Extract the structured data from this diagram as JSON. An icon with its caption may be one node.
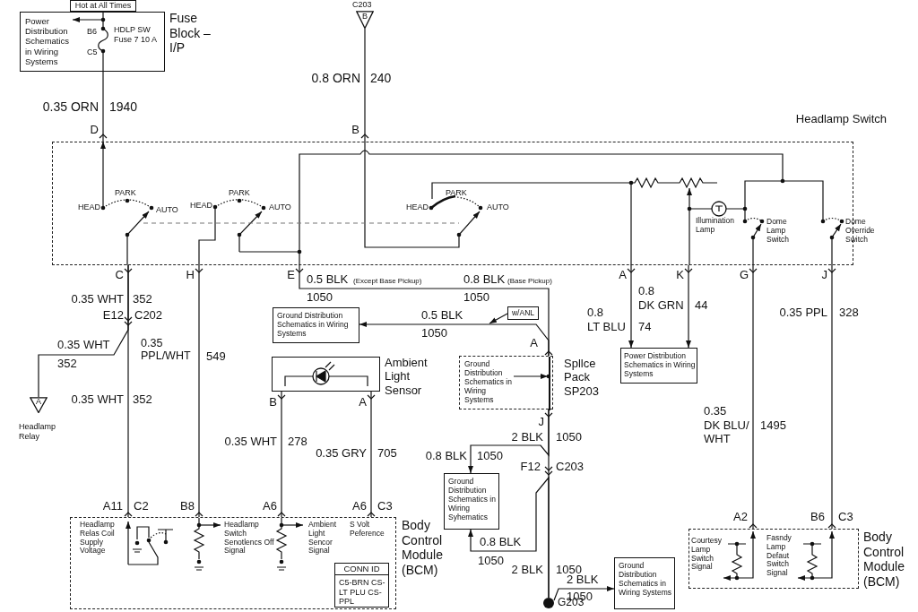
{
  "diagram": {
    "nodes": [
      {
        "text": [
          "Hot at All Times"
        ]
      },
      {
        "text": [
          "HDLP SW Fuse 7 10 A",
          "Fuse Block – I/P"
        ]
      },
      {
        "text": [
          "Power Distribution Schematics in Wiring Systems"
        ],
        "in": 1
      },
      {
        "text": [
          "B"
        ],
        "beside": [
          "C203"
        ]
      },
      {
        "text": [
          "Headlamp Switch"
        ]
      },
      {
        "text": [
          "A"
        ],
        "beside": [
          "Headlamp Relay"
        ]
      },
      {
        "text": [
          "Ground Distribution Schematics in Wiring Systems"
        ]
      },
      {
        "text": [
          "w/ANL"
        ]
      },
      {
        "text": [
          "Ambient Light Sensor"
        ]
      },
      {
        "text": [
          "Spllce Pack SP203"
        ]
      },
      {
        "text": [
          "Ground Distribution Schematics in Wiring Systems"
        ],
        "in": 9
      },
      {
        "text": [
          "Power Distribution Schematics in Wiring Systems"
        ]
      },
      {
        "text": [
          "Ground Distribution Schematics in Wiring Syhematics"
        ]
      },
      {
        "text": [
          "Body Control Module (BCM)"
        ]
      },
      {
        "text": [
          "CONN ID",
          "C5-BRN CS-LT PLU CS-PPL"
        ],
        "in": 13
      },
      {
        "text": [
          "Ground Distribution Schematics in Wiring Systems"
        ]
      },
      {
        "text": [],
        "shape": "circle",
        "beside": [
          "G203"
        ]
      },
      {
        "text": [
          "Body Control Module (BCM)"
        ]
      },
      {
        "text": [],
        "shape": "bar",
        "in": 9
      }
    ],
    "edges": [
      {
        "from": 0,
        "to": 2,
        "arrow": "to"
      },
      {
        "from": 1,
        "to": 4,
        "arrow": "none"
      },
      {
        "from": 3,
        "to": 4,
        "arrow": "none"
      },
      {
        "from": 4,
        "to": 5,
        "arrow": "none"
      },
      {
        "from": 4,
        "to": 13,
        "arrow": "other"
      },
      {
        "from": 4,
        "to": 13,
        "arrow": "other"
      },
      {
        "from": 4,
        "to": 18,
        "arrow": "other"
      },
      {
        "from": 18,
        "to": 6,
        "arrow": "to"
      },
      {
        "from": 7,
        "to": null,
        "arrow": "to"
      },
      {
        "from": 8,
        "to": 13,
        "arrow": "other"
      },
      {
        "from": 8,
        "to": 13,
        "arrow": "other"
      },
      {
        "from": 10,
        "to": 18,
        "arrow": "to"
      },
      {
        "from": 4,
        "to": 11,
        "arrow": "to"
      },
      {
        "from": 4,
        "to": 11,
        "arrow": "to"
      },
      {
        "from": 4,
        "to": 17,
        "arrow": "other"
      },
      {
        "from": 4,
        "to": 17,
        "arrow": "other"
      },
      {
        "from": 18,
        "to": 16,
        "arrow": "other"
      },
      {
        "from": 18,
        "to": 12,
        "arrow": "to"
      },
      {
        "from": 16,
        "to": 12,
        "arrow": "to"
      },
      {
        "from": 16,
        "to": 15,
        "arrow": "to"
      }
    ],
    "labels": [
      "B6",
      "C5",
      "0.35 ORN",
      "1940",
      "0.8 ORN",
      "240",
      "D",
      "B",
      "HEAD",
      "PARK",
      "AUTO",
      "HEAD",
      "PARK",
      "AUTO",
      "HEAD",
      "PARK",
      "AUTO",
      "Illumination Lamp",
      "Dome Lamp Switch",
      "Dome Override Switch",
      "C",
      "H",
      "E",
      "A",
      "K",
      "G",
      "J",
      "0.35 WHT",
      "352",
      "0.5 BLK",
      "(Except Base Pickup)",
      "1050",
      "0.8 BLK",
      "(Base Pickup)",
      "1050",
      "E12",
      "C202",
      "0.5 BLK",
      "1050",
      "0.35 WHT",
      "352",
      "0.35 PPL/WHT",
      "549",
      "0.8",
      "DK GRN",
      "44",
      "0.8",
      "LT BLU",
      "74",
      "0.35 PPL",
      "328",
      "A",
      "B",
      "A",
      "J",
      "0.35 WHT",
      "352",
      "2 BLK",
      "1050",
      "0.35 WHT",
      "278",
      "0.35 GRY",
      "705",
      "0.8 BLK",
      "1050",
      "F12",
      "C203",
      "0.35",
      "DK BLU/ WHT",
      "1495",
      "A11",
      "C2",
      "B8",
      "A6",
      "A6",
      "C3",
      "A2",
      "B6",
      "C3",
      "Headlamp Relas Coil Supply Voltage",
      "Headlamp Switch Senotlencs Off Signal",
      "Ambient Light Sencor Signal",
      "S Volt Peference",
      "0.8 BLK",
      "1050",
      "2 BLK",
      "1050",
      "2 BLK",
      "1050",
      "Courtesy Lamp Switch Signal",
      "Fasndy Lamp Defaut Switch Signal"
    ]
  }
}
